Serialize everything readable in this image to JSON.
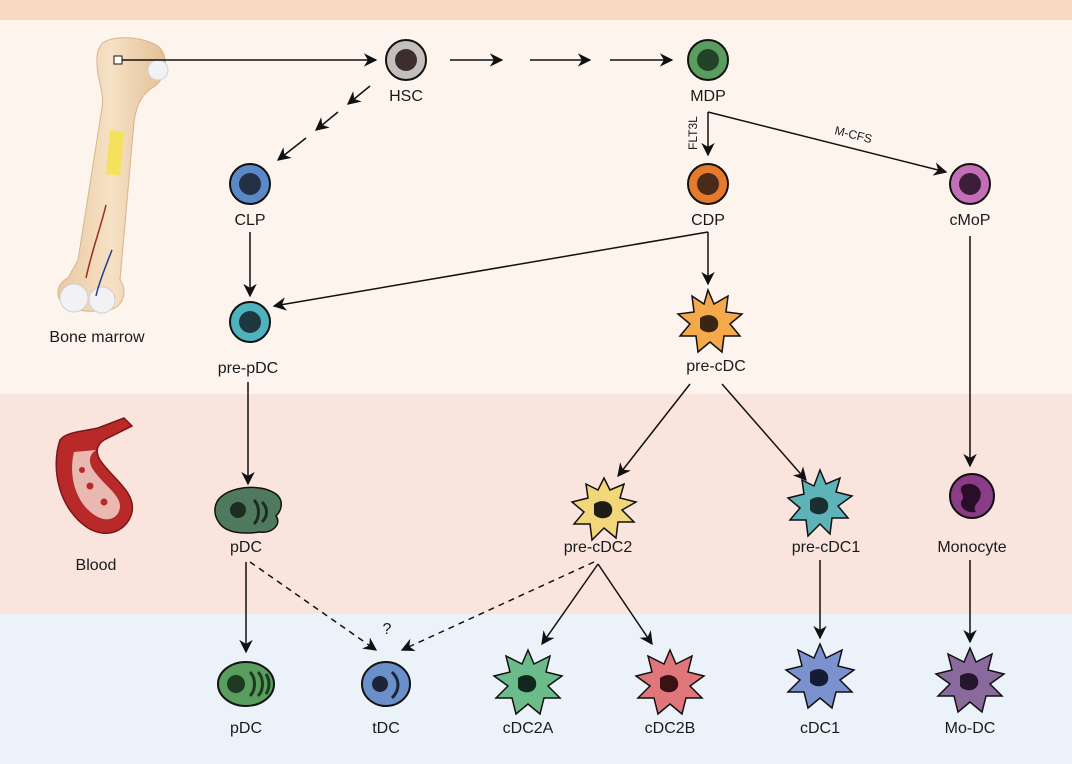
{
  "regions": {
    "bone_marrow": "Bone marrow",
    "blood": "Blood"
  },
  "cells": {
    "hsc": "HSC",
    "mdp": "MDP",
    "clp": "CLP",
    "cdp": "CDP",
    "cmop": "cMoP",
    "pre_pdc": "pre-pDC",
    "pre_cdc": "pre-cDC",
    "pdc_blood": "pDC",
    "pre_cdc2": "pre-cDC2",
    "pre_cdc1": "pre-cDC1",
    "monocyte": "Monocyte",
    "pdc": "pDC",
    "tdc": "tDC",
    "cdc2a": "cDC2A",
    "cdc2b": "cDC2B",
    "cdc1": "cDC1",
    "mo_dc": "Mo-DC"
  },
  "edge_labels": {
    "flt3l": "FLT3L",
    "mcfs": "M-CFS",
    "uncertain": "?"
  },
  "colors": {
    "top_strip": "#f8d9c2",
    "marrow_bg": "#fdf4ee",
    "blood_bg": "#fae5de",
    "tissue_bg": "#ecf2fa",
    "hsc": "#c4bfbd",
    "mdp": "#5a9e5f",
    "clp": "#5b88c7",
    "cdp": "#e57a2c",
    "cmop": "#c26fb6",
    "pre_pdc": "#4fb3bd",
    "pre_cdc": "#f4a94a",
    "pdc_blood": "#4f7a5e",
    "pre_cdc2": "#f1d77a",
    "pre_cdc1": "#5eb3b9",
    "monocyte": "#8a3c86",
    "pdc": "#5a9e5f",
    "tdc": "#6b8fc9",
    "cdc2a": "#6cbb8a",
    "cdc2b": "#e0767a",
    "cdc1": "#7b92cf",
    "mo_dc": "#8a6a9c"
  }
}
